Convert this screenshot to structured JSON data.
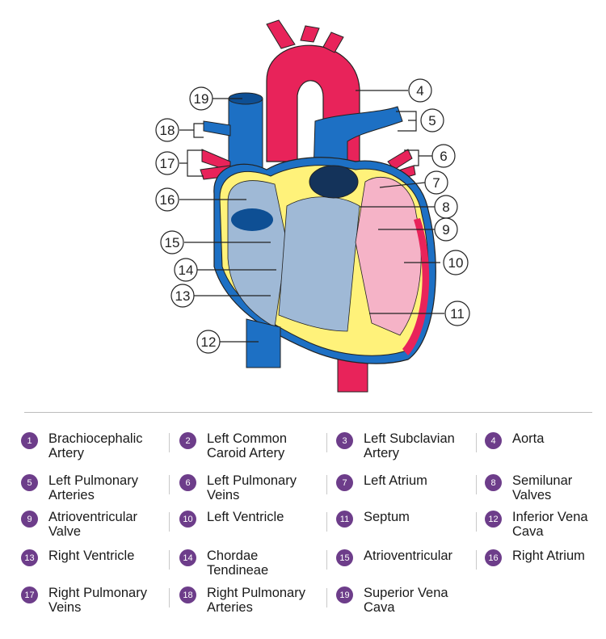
{
  "callout_numbers": [
    "19",
    "18",
    "17",
    "16",
    "15",
    "14",
    "13",
    "12",
    "4",
    "5",
    "6",
    "7",
    "8",
    "9",
    "10",
    "11"
  ],
  "legend": [
    {
      "num": "1",
      "label": "Brachiocephalic Artery"
    },
    {
      "num": "2",
      "label": "Left Common Caroid Artery"
    },
    {
      "num": "3",
      "label": "Left Subclavian Artery"
    },
    {
      "num": "4",
      "label": "Aorta"
    },
    {
      "num": "5",
      "label": "Left Pulmonary Arteries"
    },
    {
      "num": "6",
      "label": "Left Pulmonary Veins"
    },
    {
      "num": "7",
      "label": "Left Atrium"
    },
    {
      "num": "8",
      "label": "Semilunar Valves"
    },
    {
      "num": "9",
      "label": "Atrioventricular Valve"
    },
    {
      "num": "10",
      "label": "Left Ventricle"
    },
    {
      "num": "11",
      "label": "Septum"
    },
    {
      "num": "12",
      "label": "Inferior Vena Cava"
    },
    {
      "num": "13",
      "label": "Right Ventricle"
    },
    {
      "num": "14",
      "label": "Chordae Tendineae"
    },
    {
      "num": "15",
      "label": "Atrioventricular"
    },
    {
      "num": "16",
      "label": "Right Atrium"
    },
    {
      "num": "17",
      "label": "Right Pulmonary Veins"
    },
    {
      "num": "18",
      "label": "Right Pulmonary Arteries"
    },
    {
      "num": "19",
      "label": "Superior Vena Cava"
    }
  ],
  "colors": {
    "artery_red": "#e8235a",
    "vein_blue": "#1d70c4",
    "septum_yellow": "#fff27a",
    "chamber_blue": "#9fb9d6",
    "chamber_pink": "#f5b3c7",
    "badge_purple": "#6d3d8a"
  }
}
